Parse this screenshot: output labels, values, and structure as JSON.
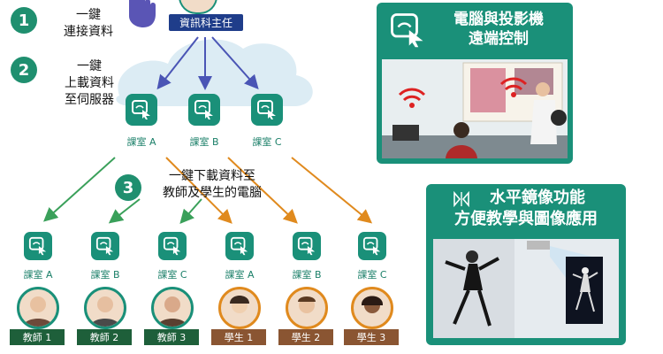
{
  "steps": [
    {
      "number": "1",
      "line1": "一鍵",
      "line2": "連接資料"
    },
    {
      "number": "2",
      "line1": "一鍵",
      "line2": "上載資料",
      "line3": "至伺服器"
    },
    {
      "number": "3",
      "line1": "一鍵下載資料至",
      "line2": "教師及學生的電腦"
    }
  ],
  "admin_label": "資訊科主任",
  "cloud_rooms": [
    "課室 A",
    "課室 B",
    "課室 C"
  ],
  "bottom_rooms": [
    "課室 A",
    "課室 B",
    "課室 C",
    "課室 A",
    "課室 B",
    "課室 C"
  ],
  "people": [
    "教師 1",
    "教師 2",
    "教師 3",
    "學生 1",
    "學生 2",
    "學生 3"
  ],
  "panel_remote": {
    "title_line1": "電腦與投影機",
    "title_line2": "遠端控制"
  },
  "panel_mirror": {
    "title_line1": "水平鏡像功能",
    "title_line2": "方便教學與圖像應用"
  },
  "colors": {
    "teal": "#1a9079",
    "teacher": "#1e5f3a",
    "student": "#8a5532",
    "orange_arrow": "#e08a1e",
    "green_arrow": "#3aa05a",
    "blue_arrow": "#4a55b5"
  }
}
